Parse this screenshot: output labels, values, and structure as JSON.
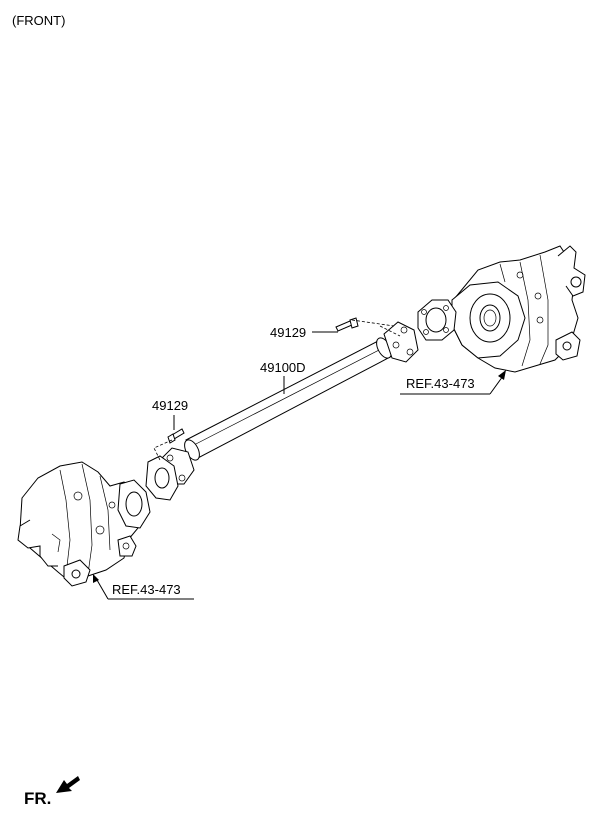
{
  "header": {
    "view_label": "(FRONT)"
  },
  "callouts": {
    "bolt_upper": "49129",
    "shaft": "49100D",
    "bolt_lower": "49129",
    "ref_rear": "REF.43-473",
    "ref_front": "REF.43-473"
  },
  "footer": {
    "fr_label": "FR."
  },
  "icons": {
    "direction_arrow": "front-direction-arrow-icon"
  }
}
